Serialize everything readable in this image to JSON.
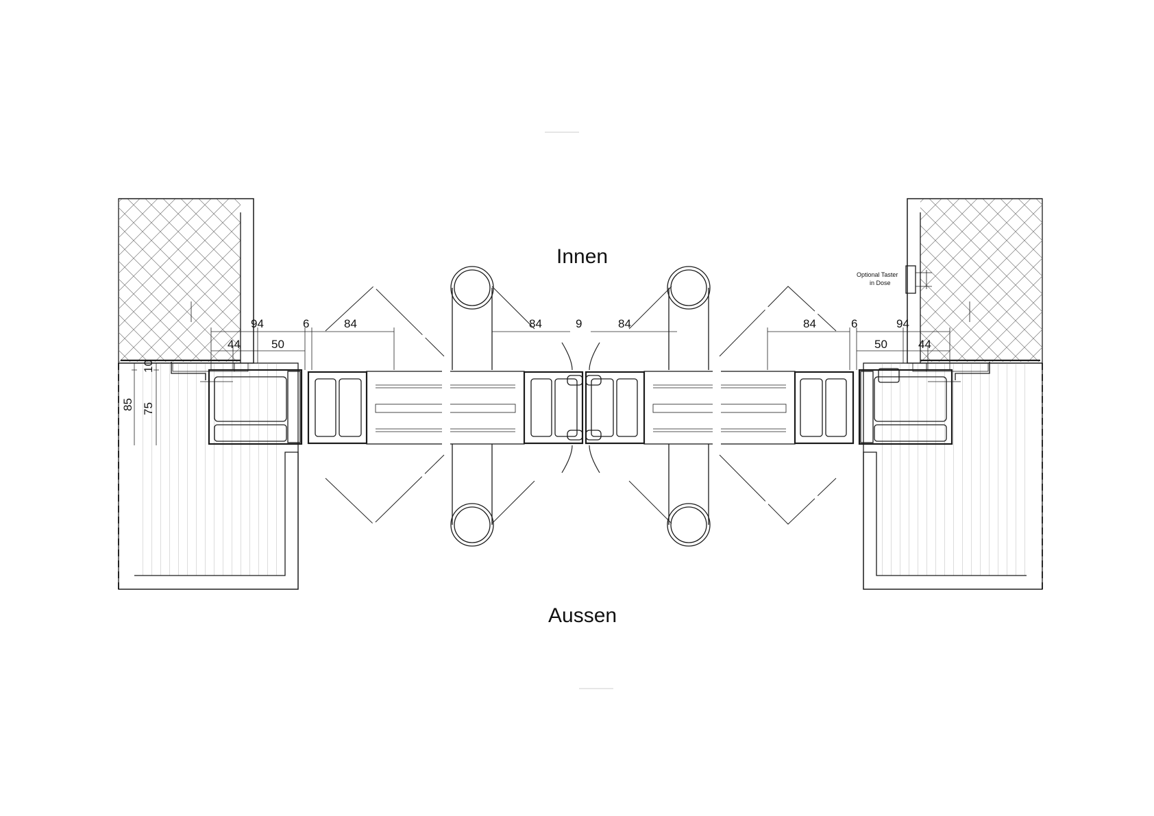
{
  "labels": {
    "inside": "Innen",
    "outside": "Aussen",
    "note_line1": "Optional Taster",
    "note_line2": "in Dose"
  },
  "dimensions": {
    "left_top": [
      "94",
      "6",
      "84",
      "84",
      "9",
      "84",
      "84",
      "6",
      "94"
    ],
    "left_sub": [
      "44",
      "50"
    ],
    "right_sub": [
      "50",
      "44"
    ],
    "vertical": [
      "10",
      "85",
      "75"
    ]
  }
}
